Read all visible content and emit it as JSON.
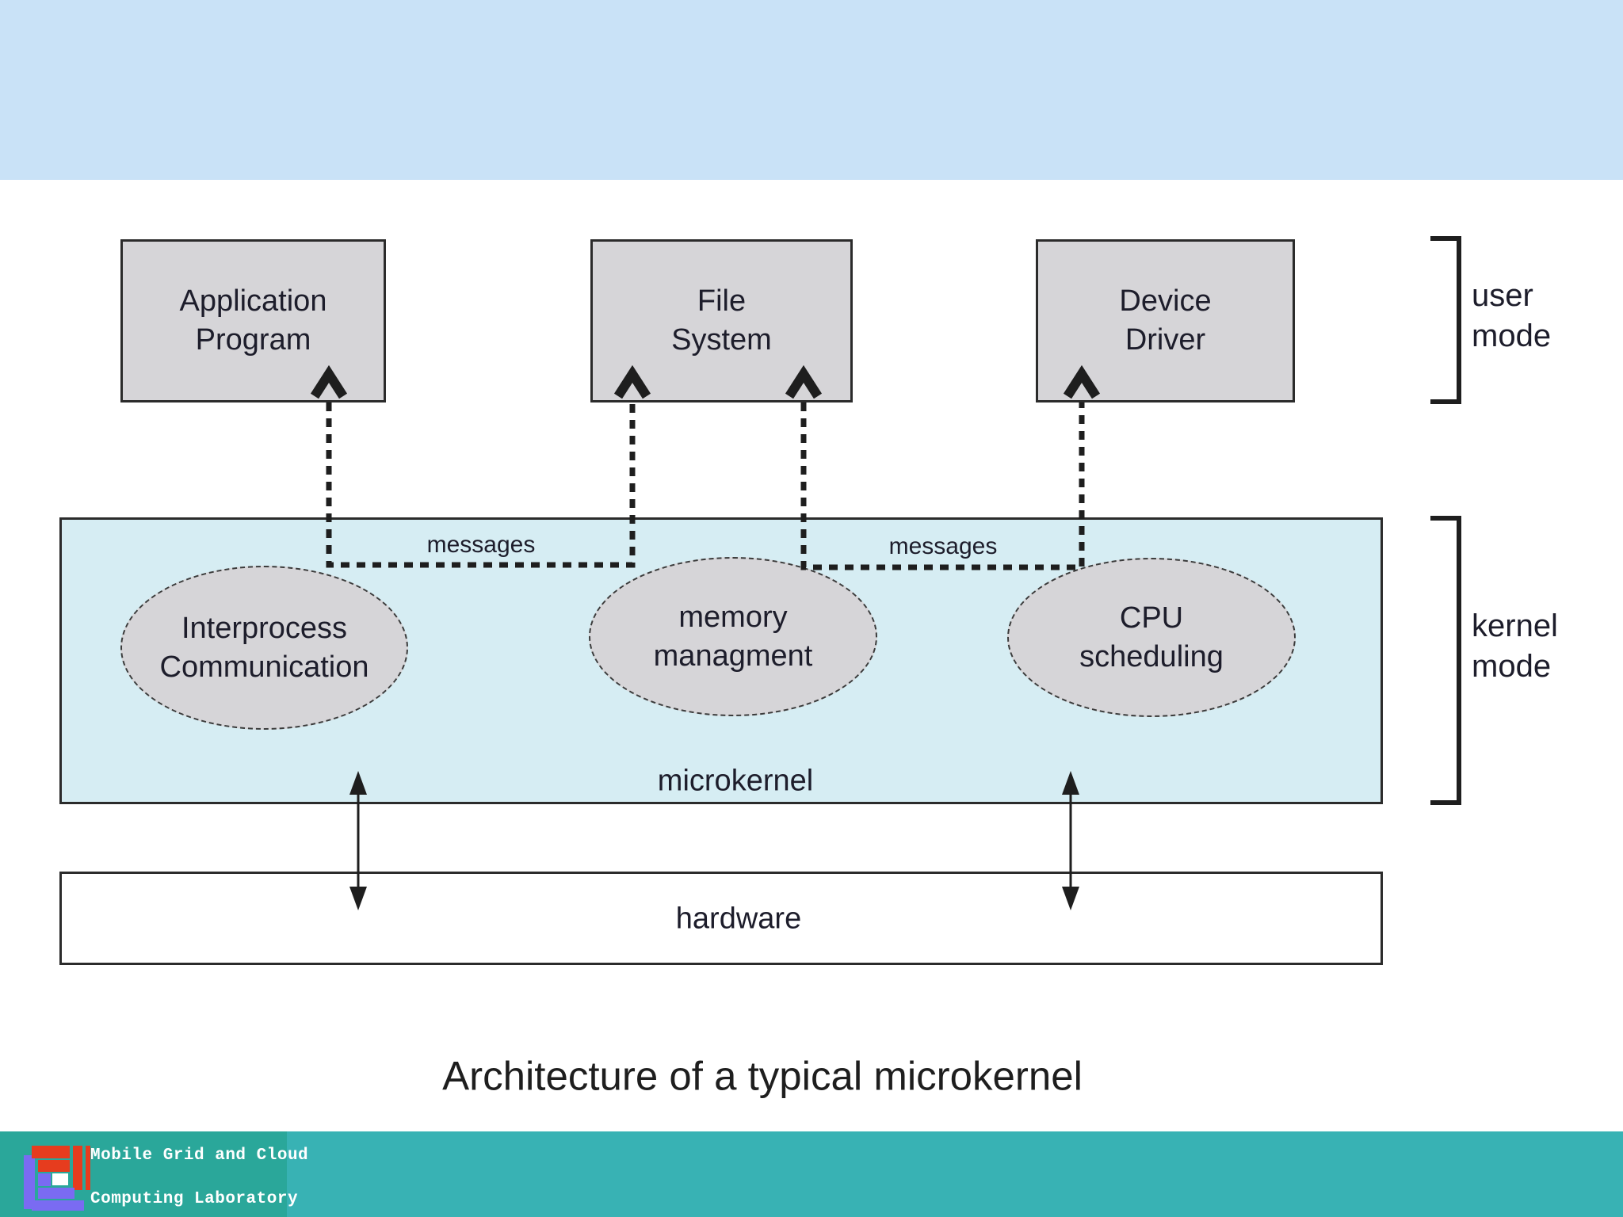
{
  "slide": {
    "title": "Architecture of a typical microkernel"
  },
  "diagram": {
    "user_mode_boxes": [
      {
        "lines": [
          "Application",
          "Program"
        ]
      },
      {
        "lines": [
          "File",
          "System"
        ]
      },
      {
        "lines": [
          "Device",
          "Driver"
        ]
      }
    ],
    "kernel_ellipses": [
      {
        "lines": [
          "Interprocess",
          "Communication"
        ]
      },
      {
        "lines": [
          "memory",
          "managment"
        ]
      },
      {
        "lines": [
          "CPU",
          "scheduling"
        ]
      }
    ],
    "message_labels": [
      "messages",
      "messages"
    ],
    "microkernel_label": "microkernel",
    "hardware_label": "hardware",
    "mode_brackets": [
      {
        "lines": [
          "user",
          "mode"
        ]
      },
      {
        "lines": [
          "kernel",
          "mode"
        ]
      }
    ]
  },
  "footer": {
    "lab_name": [
      "Mobile Grid and Cloud",
      "Computing Laboratory"
    ]
  },
  "colors": {
    "top_band": "#c9e2f7",
    "microkernel_fill": "#d6edf3",
    "node_fill": "#d6d5d8",
    "line": "#2b2b2b",
    "diagram_text": "#1d1d2b",
    "footer_teal_left": "#2aa79a",
    "footer_teal_right": "#38b2b4",
    "logo_red": "#e63c1e",
    "logo_purple": "#7a6bf2"
  }
}
